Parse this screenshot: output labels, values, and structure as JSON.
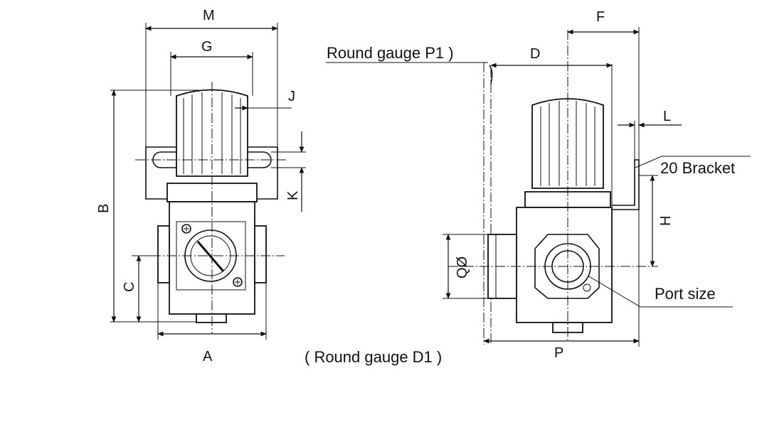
{
  "diagram": {
    "front_view": {
      "labels": {
        "M": "M",
        "G": "G",
        "J": "J",
        "B": "B",
        "K": "K",
        "C": "C",
        "A": "A"
      }
    },
    "side_view": {
      "labels": {
        "F": "F",
        "D": "D",
        "L": "L",
        "H": "H",
        "Q": "QØ",
        "P": "P"
      },
      "notes": {
        "round_gauge_p1": "Round gauge P1 )",
        "round_gauge_d1": "( Round gauge D1 )",
        "bracket": "20 Bracket",
        "port_size": "Port size"
      }
    }
  }
}
